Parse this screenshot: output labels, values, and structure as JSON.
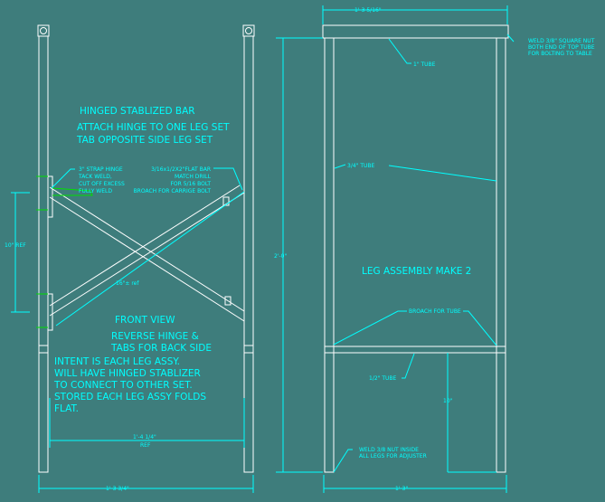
{
  "colors": {
    "background": "#3e7d7c",
    "geometry": "#ffffff",
    "annotation": "#00ffff",
    "hinge": "#00e000"
  },
  "front_view": {
    "title_lines": [
      "HINGED STABLIZED BAR",
      "ATTACH HINGE TO ONE LEG SET",
      "TAB OPPOSITE SIDE LEG SET"
    ],
    "hinge_note": [
      "3\" STRAP HINGE",
      "TACK WELD,",
      "CUT OFF EXCESS",
      "FULLY WELD"
    ],
    "flat_bar_note": [
      "3/16x1/2X2\"FLAT BAR",
      "MATCH DRILL",
      "FOR 5/16 BOLT",
      "BROACH FOR CARRIGE BOLT"
    ],
    "dim_vertical": "10\" REF",
    "dim_diagonal": "16\"± ref",
    "view_label": "FRONT VIEW",
    "reverse_note": [
      "REVERSE HINGE &",
      "TABS FOR BACK SIDE"
    ],
    "intent_note": [
      "INTENT IS EACH LEG ASSY.",
      "WILL HAVE HINGED STABLIZER",
      "TO CONNECT TO OTHER SET.",
      "STORED EACH LEG ASSY FOLDS",
      "FLAT."
    ],
    "dim_inner_width": "1'-4 1/4\"",
    "dim_inner_ref": "REF",
    "dim_overall_width": "1'-3 3/4\""
  },
  "leg_assembly": {
    "dim_top_width": "1'-3 5/16\"",
    "weld_nut_note": [
      "WELD 3/8\" SQUARE NUT",
      "BOTH END OF TOP TUBE",
      "FOR BOLTING TO TABLE"
    ],
    "top_tube": "1\" TUBE",
    "leg_tube": "3/4\" TUBE",
    "dim_height": "2'-0\"",
    "label": "LEG ASSEMBLY  MAKE 2",
    "broach_note": "BROACH FOR TUBE",
    "cross_tube": "1/2\" TUBE",
    "dim_cross_height": "10\"",
    "adjuster_note": [
      "WELD 3/8 NUT INSIDE",
      "ALL LEGS FOR ADJUSTER"
    ],
    "dim_bottom_width": "1'-3\""
  }
}
